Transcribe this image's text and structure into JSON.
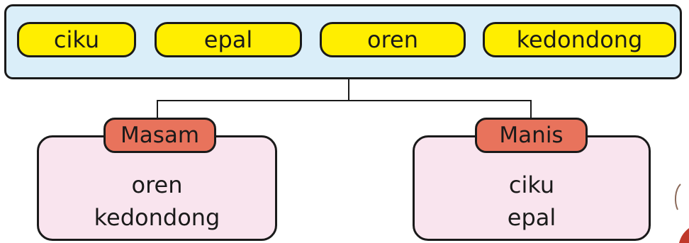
{
  "fruits": [
    "ciku",
    "epal",
    "oren",
    "kedondong"
  ],
  "groups": [
    {
      "label": "Masam",
      "items": [
        "oren",
        "kedondong"
      ]
    },
    {
      "label": "Manis",
      "items": [
        "ciku",
        "epal"
      ]
    }
  ],
  "colors": {
    "panel_bg": "#daeef9",
    "fruit_pill": "#ffee00",
    "group_tag": "#e8735c",
    "group_box": "#f9e4ee",
    "outline": "#1a1a1a"
  }
}
